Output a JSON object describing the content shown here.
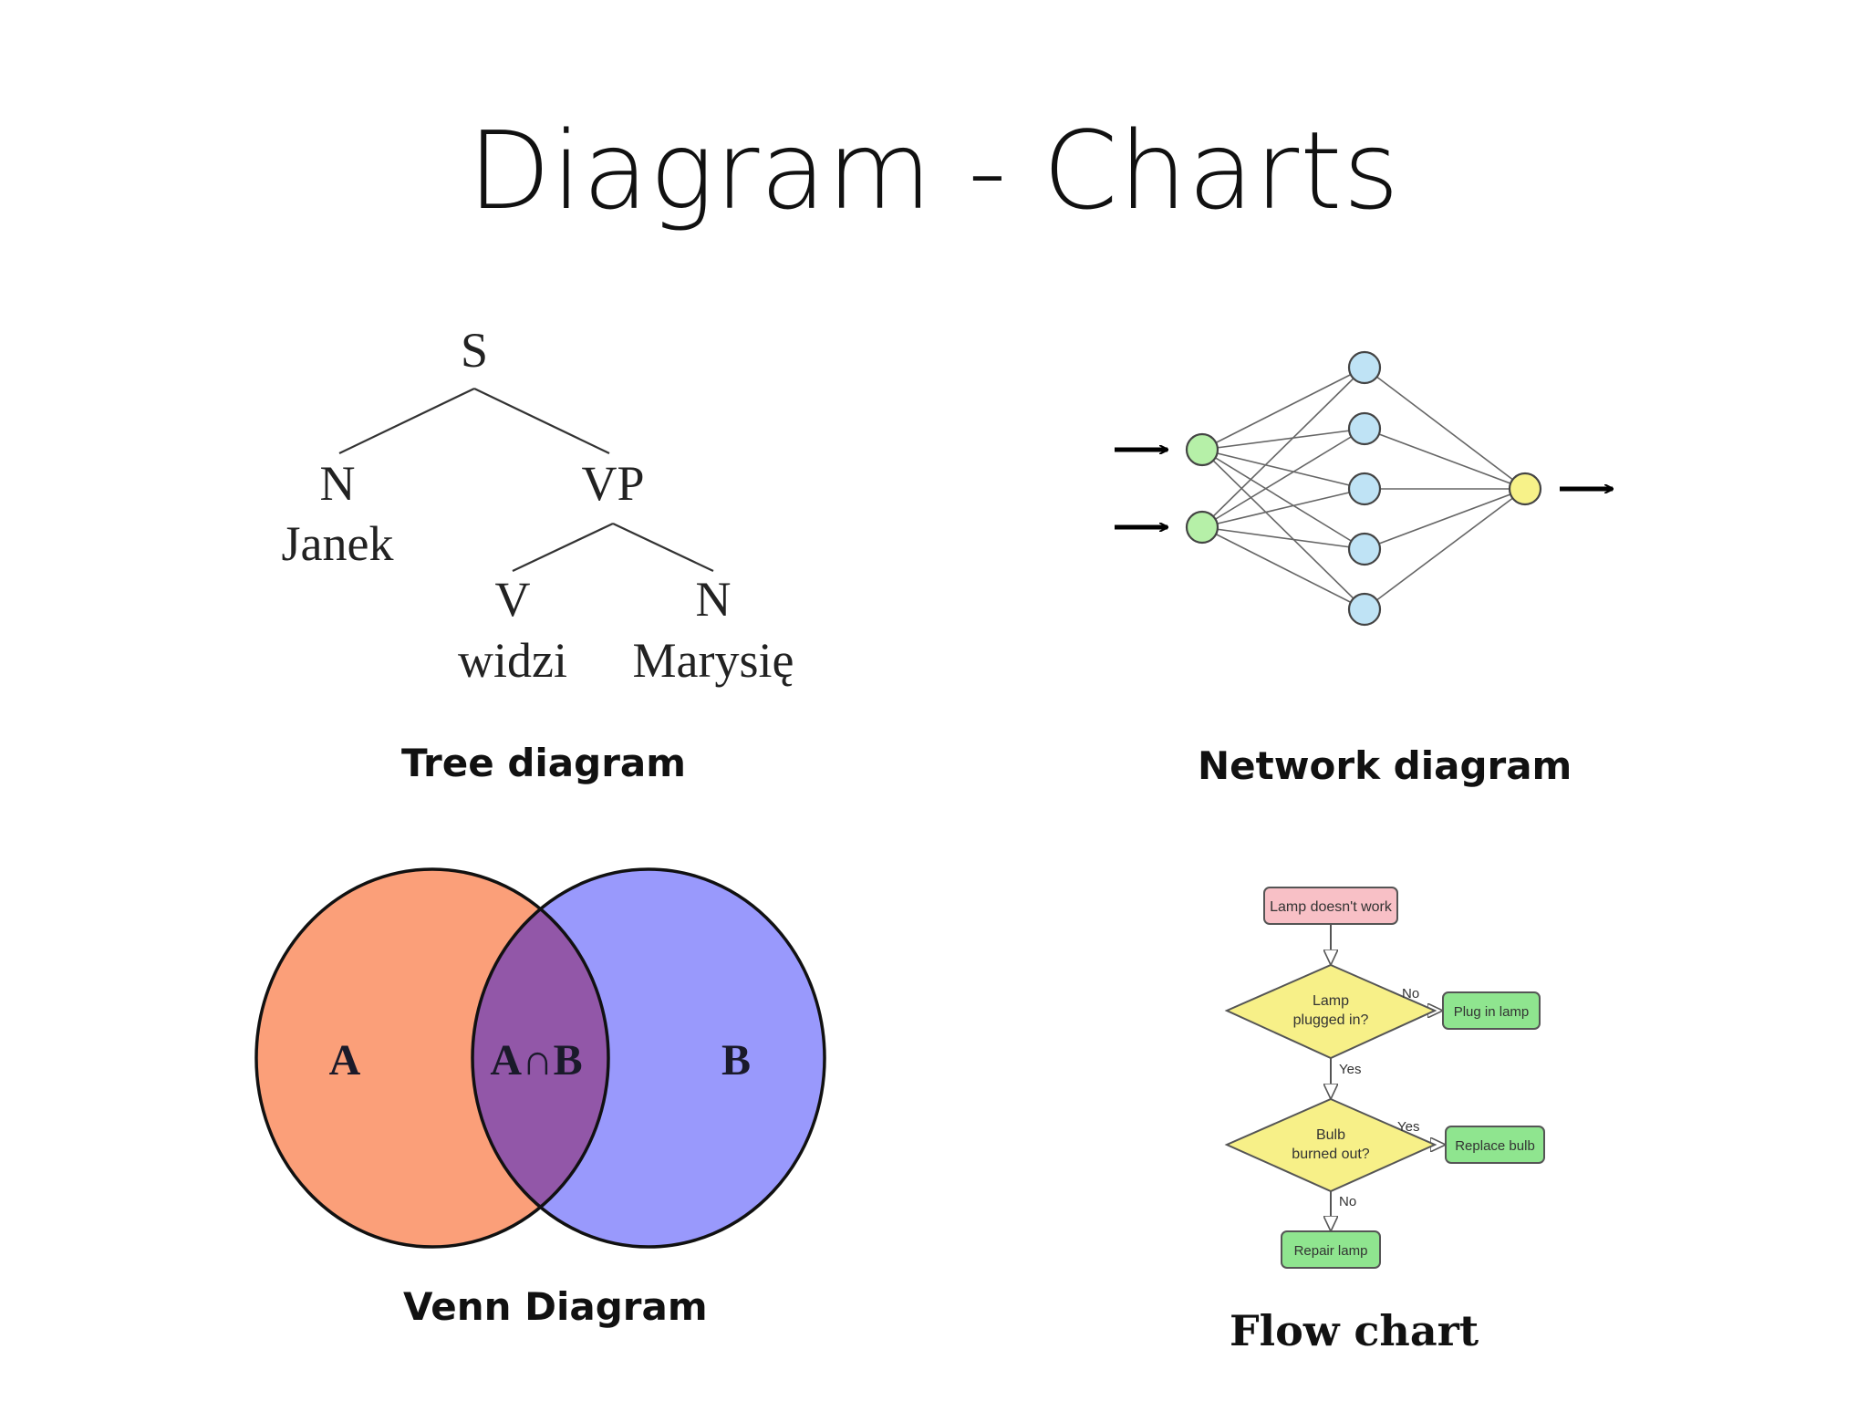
{
  "slide": {
    "title": "Diagram - Charts"
  },
  "tree": {
    "caption": "Tree diagram",
    "nodes": {
      "s": "S",
      "n1": "N",
      "janek": "Janek",
      "vp": "VP",
      "v": "V",
      "widzi": "widzi",
      "n2": "N",
      "marysie": "Marysię"
    }
  },
  "network": {
    "caption": "Network diagram",
    "input_color": "#b6f0a8",
    "hidden_color": "#bfe3f5",
    "output_color": "#f7f289"
  },
  "venn": {
    "caption": "Venn Diagram",
    "label_a": "A",
    "label_ab": "A∩B",
    "label_b": "B",
    "color_a": "#fb9f79",
    "color_b": "#9999fc",
    "color_ab": "#9257a8"
  },
  "flow": {
    "caption": "Flow chart",
    "start": "Lamp doesn't work",
    "q1_line1": "Lamp",
    "q1_line2": "plugged in?",
    "q1_no": "No",
    "q1_yes": "Yes",
    "action1": "Plug in lamp",
    "q2_line1": "Bulb",
    "q2_line2": "burned out?",
    "q2_yes": "Yes",
    "q2_no": "No",
    "action2": "Replace bulb",
    "action3": "Repair lamp",
    "start_color": "#f8c0c6",
    "decision_color": "#f7f088",
    "action_color": "#8fe58f"
  }
}
